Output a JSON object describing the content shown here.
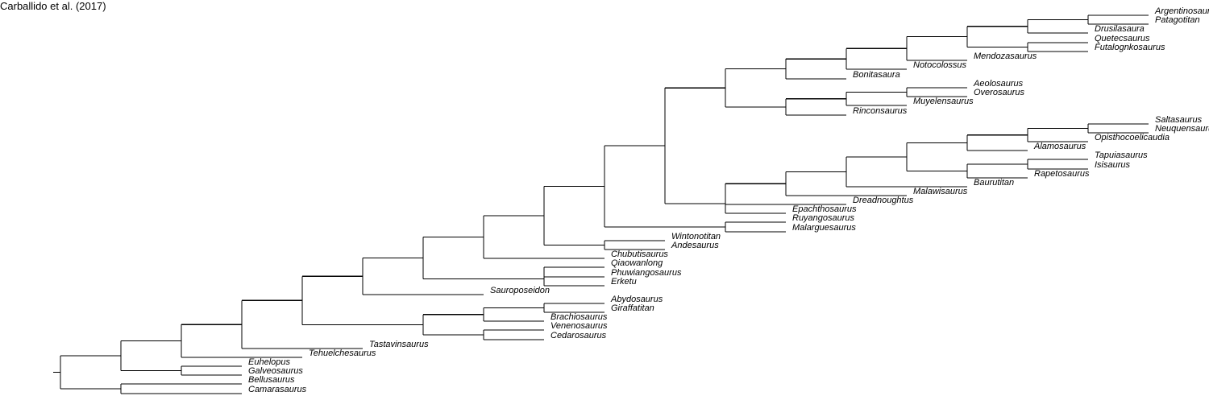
{
  "title": "Carballido et al. (2017)",
  "taxa": {
    "argentinosaurus": "Argentinosaurus",
    "patagotitan": "Patagotitan",
    "drusilasaura": "Drusilasaura",
    "quetecsaurus": "Quetecsaurus",
    "futalognkosaurus": "Futalognkosaurus",
    "mendozasaurus": "Mendozasaurus",
    "notocolossus": "Notocolossus",
    "bonitasaura": "Bonitasaura",
    "aeolosaurus": "Aeolosaurus",
    "overosaurus": "Overosaurus",
    "muyelensaurus": "Muyelensaurus",
    "rinconsaurus": "Rinconsaurus",
    "saltasaurus": "Saltasaurus",
    "neuquensaurus": "Neuquensaurus",
    "opisthocoelicaudia": "Opisthocoelicaudia",
    "alamosaurus": "Alamosaurus",
    "tapuiasaurus": "Tapuiasaurus",
    "isisaurus": "Isisaurus",
    "rapetosaurus": "Rapetosaurus",
    "baurutitan": "Baurutitan",
    "malawisaurus": "Malawisaurus",
    "dreadnoughtus": "Dreadnoughtus",
    "epachthosaurus": "Epachthosaurus",
    "ruyangosaurus": "Ruyangosaurus",
    "malarguesaurus": "Malarguesaurus",
    "wintonotitan": "Wintonotitan",
    "andesaurus": "Andesaurus",
    "chubutisaurus": "Chubutisaurus",
    "qiaowanlong": "Qiaowanlong",
    "phuwiangosaurus": "Phuwiangosaurus",
    "erketu": "Erketu",
    "sauroposeidon": "Sauroposeidon",
    "abydosaurus": "Abydosaurus",
    "giraffatitan": "Giraffatitan",
    "brachiosaurus": "Brachiosaurus",
    "venenosaurus": "Venenosaurus",
    "cedarosaurus": "Cedarosaurus",
    "tastavinsaurus": "Tastavinsaurus",
    "tehuelchesaurus": "Tehuelchesaurus",
    "euhelopus": "Euhelopus",
    "galveosaurus": "Galveosaurus",
    "bellusaurus": "Bellusaurus",
    "camarasaurus": "Camarasaurus"
  }
}
